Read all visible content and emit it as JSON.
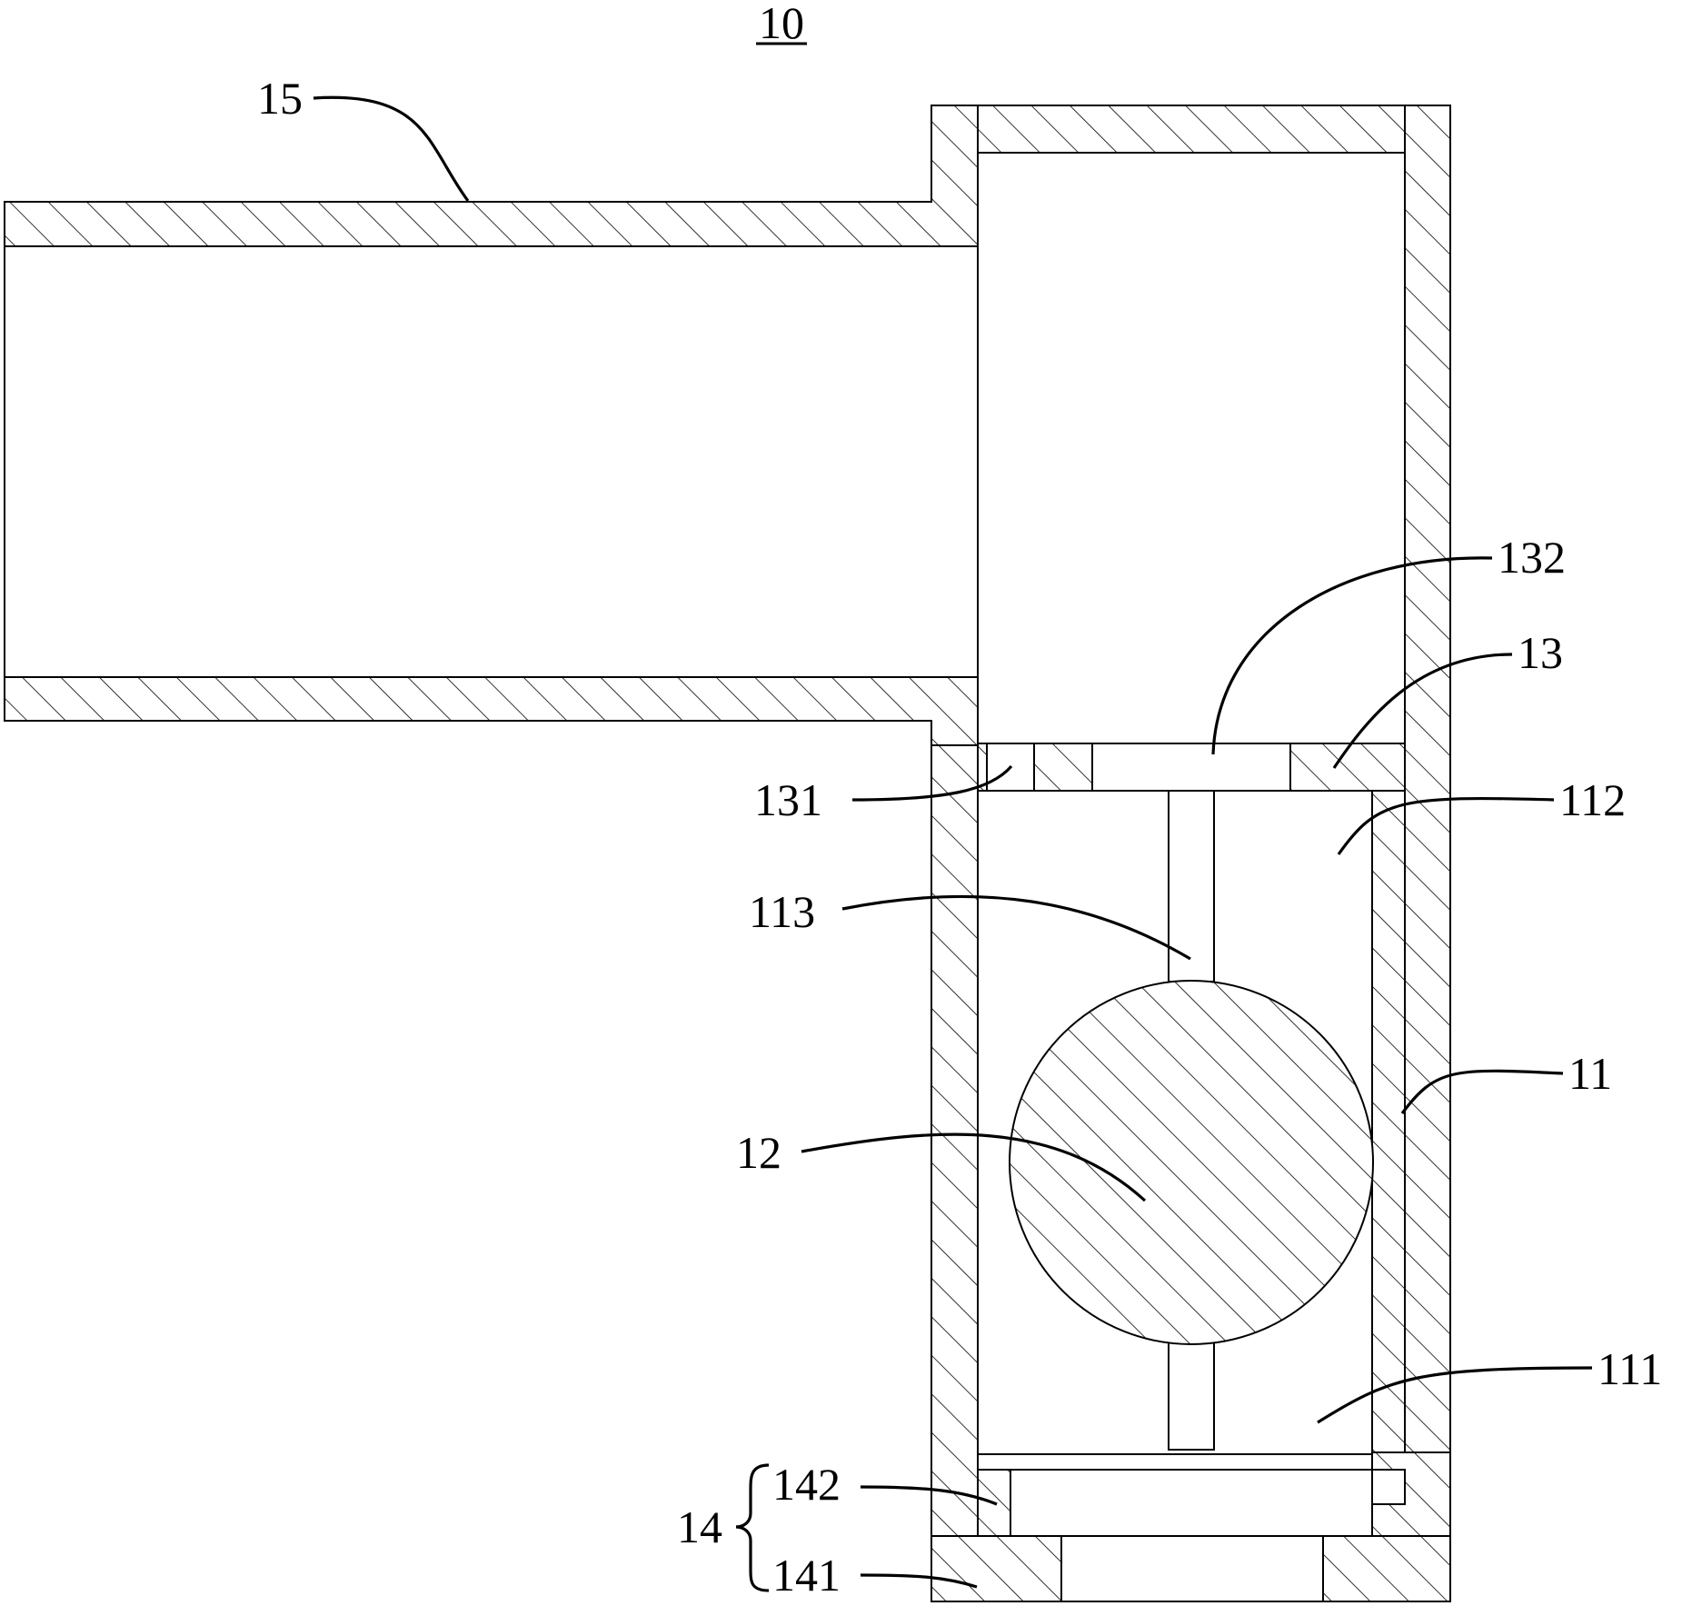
{
  "figure": {
    "number": "10"
  },
  "labels": {
    "l15": "15",
    "l132": "132",
    "l13": "13",
    "l131": "131",
    "l112": "112",
    "l113": "113",
    "l11": "11",
    "l12": "12",
    "l111": "111",
    "l14": "14",
    "l142": "142",
    "l141": "141"
  }
}
